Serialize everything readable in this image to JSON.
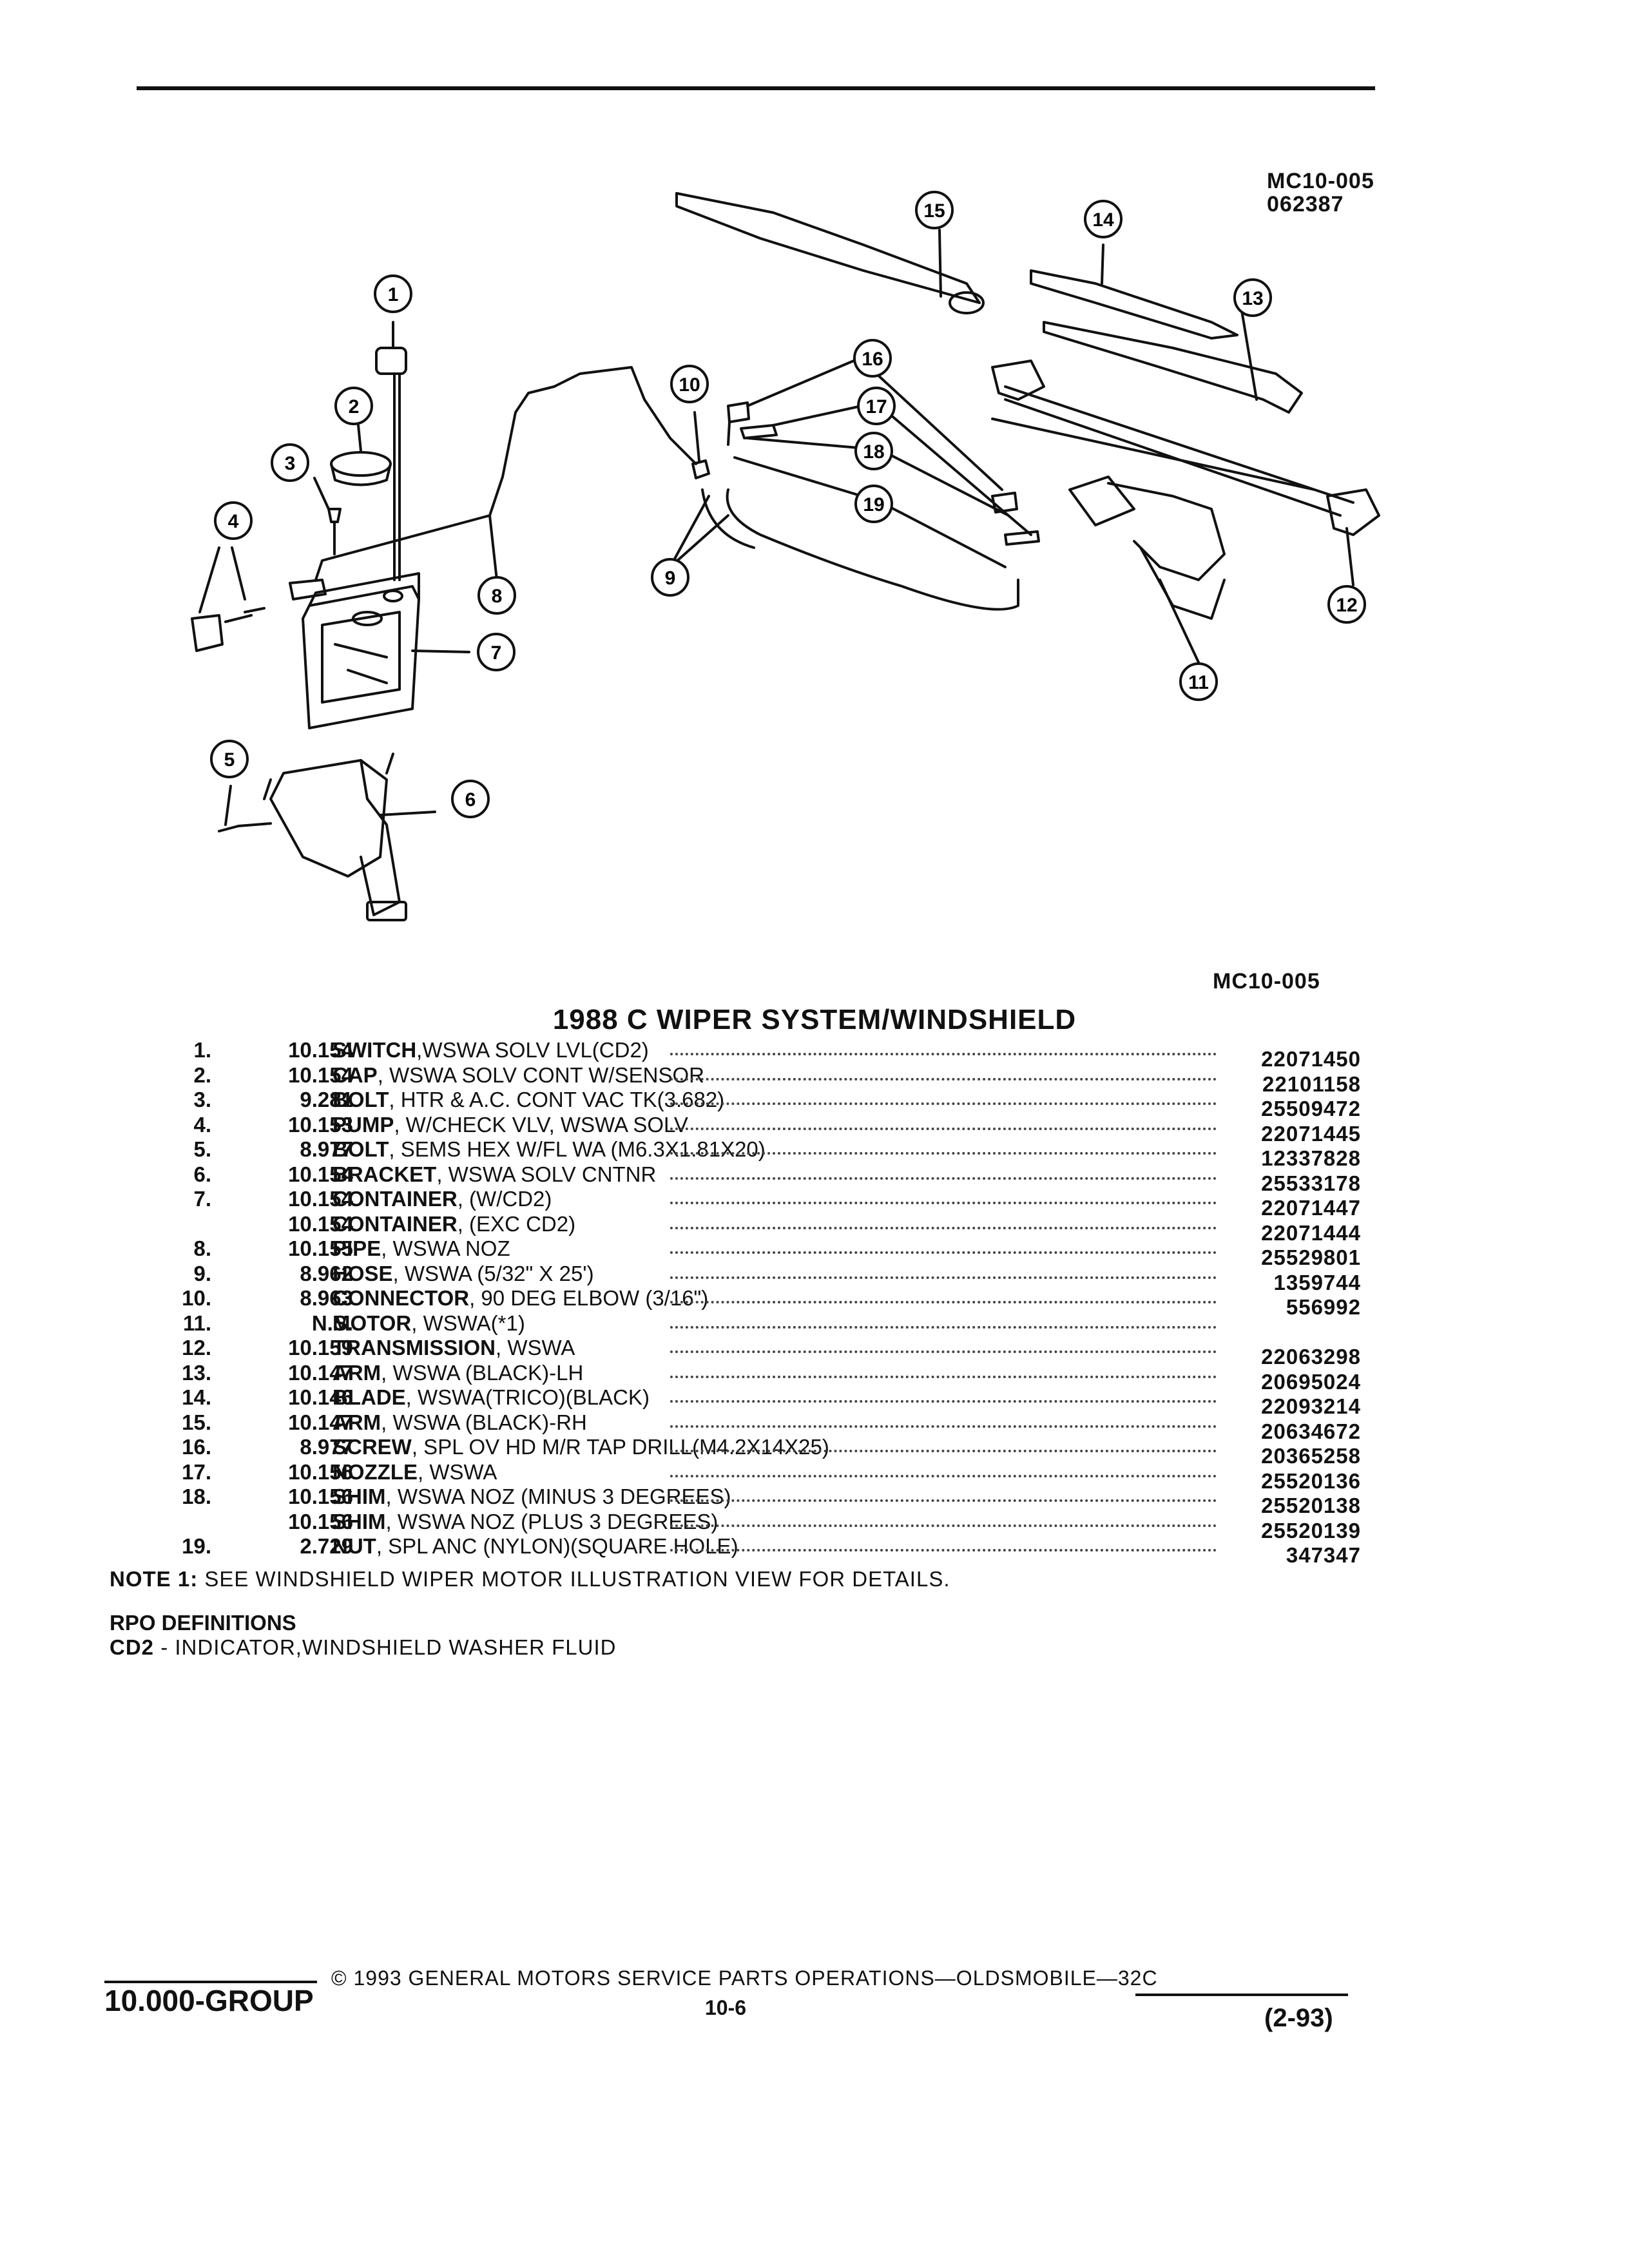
{
  "header": {
    "ref_code": "MC10-005",
    "ref_date": "062387",
    "bottom_ref": "MC10-005"
  },
  "diagram": {
    "callouts": [
      "1",
      "2",
      "3",
      "4",
      "5",
      "6",
      "7",
      "8",
      "9",
      "10",
      "11",
      "12",
      "13",
      "14",
      "15",
      "16",
      "17",
      "18",
      "19"
    ]
  },
  "title": "1988 C WIPER SYSTEM/WINDSHIELD",
  "parts": [
    {
      "no": "1.",
      "group": "10.154",
      "name": "SWITCH",
      "desc": ",WSWA SOLV LVL(CD2)",
      "part": "22071450"
    },
    {
      "no": "2.",
      "group": "10.154",
      "name": "CAP",
      "desc": ", WSWA SOLV CONT W/SENSOR",
      "part": "22101158"
    },
    {
      "no": "3.",
      "group": "9.281",
      "name": "BOLT",
      "desc": ", HTR & A.C. CONT VAC TK(3.682)",
      "part": "25509472"
    },
    {
      "no": "4.",
      "group": "10.153",
      "name": "PUMP",
      "desc": ", W/CHECK VLV, WSWA SOLV",
      "part": "22071445"
    },
    {
      "no": "5.",
      "group": "8.977",
      "name": "BOLT",
      "desc": ", SEMS HEX W/FL WA (M6.3X1.81X20)",
      "part": "12337828"
    },
    {
      "no": "6.",
      "group": "10.154",
      "name": "BRACKET",
      "desc": ", WSWA SOLV CNTNR",
      "part": "25533178"
    },
    {
      "no": "7.",
      "group": "10.154",
      "name": "CONTAINER",
      "desc": ", (W/CD2)",
      "part": "22071447"
    },
    {
      "no": "",
      "group": "10.154",
      "name": "CONTAINER",
      "desc": ", (EXC CD2)",
      "part": "22071444"
    },
    {
      "no": "8.",
      "group": "10.155",
      "name": "PIPE",
      "desc": ", WSWA NOZ",
      "part": "25529801"
    },
    {
      "no": "9.",
      "group": "8.962",
      "name": "HOSE",
      "desc": ", WSWA (5/32\" X 25')",
      "part": "1359744"
    },
    {
      "no": "10.",
      "group": "8.963",
      "name": "CONNECTOR",
      "desc": ", 90 DEG ELBOW (3/16\")",
      "part": "556992"
    },
    {
      "no": "11.",
      "group": "N.S.",
      "name": "MOTOR",
      "desc": ", WSWA(*1)",
      "part": ""
    },
    {
      "no": "12.",
      "group": "10.159",
      "name": "TRANSMISSION",
      "desc": ", WSWA",
      "part": "22063298"
    },
    {
      "no": "13.",
      "group": "10.147",
      "name": "ARM",
      "desc": ", WSWA (BLACK)-LH",
      "part": "20695024"
    },
    {
      "no": "14.",
      "group": "10.146",
      "name": "BLADE",
      "desc": ", WSWA(TRICO)(BLACK)",
      "part": "22093214"
    },
    {
      "no": "15.",
      "group": "10.147",
      "name": "ARM",
      "desc": ", WSWA (BLACK)-RH",
      "part": "20634672"
    },
    {
      "no": "16.",
      "group": "8.977",
      "name": "SCREW",
      "desc": ", SPL OV HD M/R TAP DRILL(M4.2X14X25)",
      "part": "20365258"
    },
    {
      "no": "17.",
      "group": "10.156",
      "name": "NOZZLE",
      "desc": ", WSWA",
      "part": "25520136"
    },
    {
      "no": "18.",
      "group": "10.156",
      "name": "SHIM",
      "desc": ", WSWA NOZ (MINUS 3 DEGREES)",
      "part": "25520138"
    },
    {
      "no": "",
      "group": "10.156",
      "name": "SHIM",
      "desc": ", WSWA NOZ (PLUS 3 DEGREES)",
      "part": "25520139"
    },
    {
      "no": "19.",
      "group": "2.729",
      "name": "NUT",
      "desc": ", SPL ANC (NYLON)(SQUARE HOLE)",
      "part": "347347"
    }
  ],
  "note": {
    "label": "NOTE 1:",
    "text": "SEE WINDSHIELD WIPER MOTOR ILLUSTRATION VIEW FOR DETAILS."
  },
  "rpo": {
    "heading": "RPO DEFINITIONS",
    "code": "CD2",
    "definition": " - INDICATOR,WINDSHIELD WASHER FLUID"
  },
  "footer": {
    "group": "10.000-GROUP",
    "copyright": "© 1993  GENERAL MOTORS SERVICE PARTS OPERATIONS—OLDSMOBILE—32C",
    "page": "10-6",
    "date": "(2-93)"
  }
}
